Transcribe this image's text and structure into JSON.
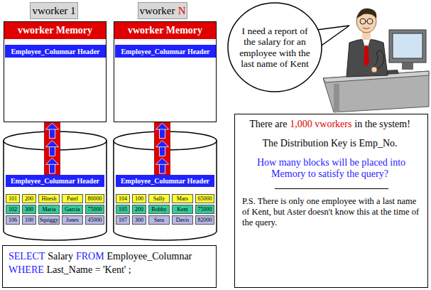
{
  "diagram": {
    "nodes": [
      {
        "text": [
          "vworker 1"
        ]
      },
      {
        "text": [
          "vworker",
          "N"
        ]
      },
      {
        "text": [
          "vworker Memory"
        ]
      },
      {
        "text": [
          "Employee_Columnar Header"
        ],
        "in": 2
      },
      {
        "text": [
          "vworker Memory"
        ]
      },
      {
        "text": [
          "Employee_Columnar Header"
        ],
        "in": 4
      },
      {
        "text": [
          "Employee_Columnar Header"
        ]
      },
      {
        "text": [
          "Employee_Columnar Header"
        ]
      },
      {
        "text": [
          "I need a report of the salary for an employee with the last name of Kent"
        ]
      },
      {
        "text": [
          "There are",
          "1,000 vworkers",
          "in the system!",
          "The Distribution Key is Emp_No.",
          "How many blocks will be placed into Memory to satisfy the query?",
          "P.S. There is only one employee with a last name of Kent, but Aster doesn't know this at the time of the query."
        ]
      },
      {
        "text": [
          "SELECT",
          "Salary",
          "FROM",
          "Employee_Columnar",
          "WHERE",
          "Last_Name = 'Kent' ;"
        ]
      }
    ],
    "edges": [
      {
        "from": 6,
        "to": 2,
        "arrow": "to"
      },
      {
        "from": 7,
        "to": 4,
        "arrow": "to"
      }
    ],
    "labels": [
      "101",
      "200",
      "Hitesh",
      "Patel",
      "80000",
      "102",
      "300",
      "Maria",
      "Garcia",
      "75000",
      "106",
      "100",
      "Squiggy",
      "Jones",
      "45000",
      "104",
      "100",
      "Sally",
      "Mars",
      "65000",
      "105",
      "200",
      "Bobby",
      "Kent",
      "75000",
      "107",
      "300",
      "Sara",
      "Davis",
      "82000"
    ]
  }
}
